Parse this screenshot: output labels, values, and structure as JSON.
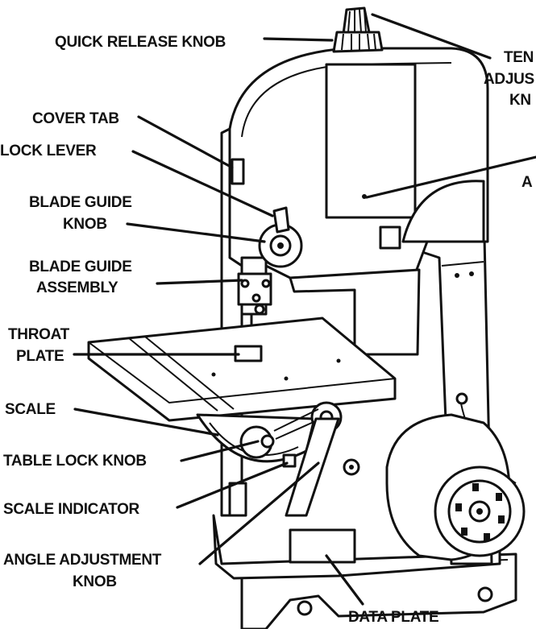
{
  "labels": {
    "quick_release_knob": "QUICK RELEASE KNOB",
    "tension_adjust_1": "TEN",
    "tension_adjust_2": "ADJUS",
    "tension_adjust_3": "KN",
    "cover_tab": "COVER TAB",
    "lock_lever": "LOCK LEVER",
    "blade_guide_knob_1": "BLADE GUIDE",
    "blade_guide_knob_2": "KNOB",
    "blade_guide_assembly_1": "BLADE GUIDE",
    "blade_guide_assembly_2": "ASSEMBLY",
    "throat_plate_1": "THROAT",
    "throat_plate_2": "PLATE",
    "scale": "SCALE",
    "table_lock_knob": "TABLE LOCK KNOB",
    "scale_indicator": "SCALE INDICATOR",
    "angle_adjustment_knob_1": "ANGLE ADJUSTMENT",
    "angle_adjustment_knob_2": "KNOB",
    "data_plate": "DATA PLATE",
    "right_partial": "A"
  }
}
